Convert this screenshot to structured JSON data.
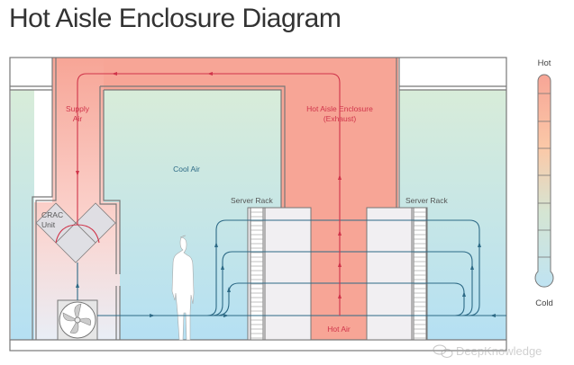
{
  "title": "Hot Aisle Enclosure Diagram",
  "labels": {
    "supply_air_1": "Supply",
    "supply_air_2": "Air",
    "cool_air": "Cool Air",
    "crac_1": "CRAC",
    "crac_2": "Unit",
    "hot_aisle_1": "Hot Aisle Enclosure",
    "hot_aisle_2": "(Exhaust)",
    "server_rack_left": "Server Rack",
    "server_rack_right": "Server Rack",
    "hot_air": "Hot Air"
  },
  "legend": {
    "hot": "Hot",
    "cold": "Cold"
  },
  "watermark": "DeepKnowledge",
  "colors": {
    "hot": "#f7a596",
    "cool": "#bfe3f2",
    "flow_cold": "#2d6a86",
    "flow_hot": "#d0344a"
  }
}
